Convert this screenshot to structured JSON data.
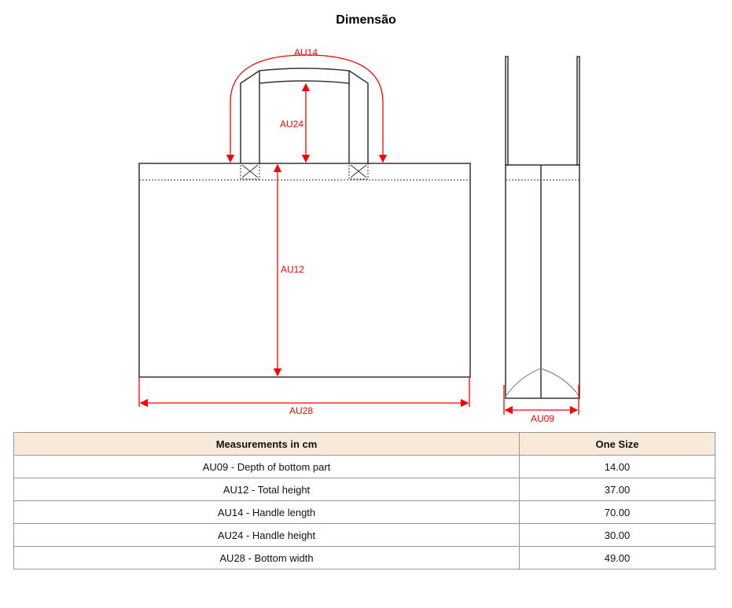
{
  "title": "Dimensão",
  "labels": {
    "au14": "AU14",
    "au24": "AU24",
    "au12": "AU12",
    "au28": "AU28",
    "au09": "AU09"
  },
  "colors": {
    "dimension": "#ff0000",
    "header_bg": "#f9e9d9"
  },
  "table": {
    "headers": [
      "Measurements in cm",
      "One Size"
    ],
    "rows": [
      [
        "AU09 - Depth of bottom part",
        "14.00"
      ],
      [
        "AU12 - Total height",
        "37.00"
      ],
      [
        "AU14 - Handle length",
        "70.00"
      ],
      [
        "AU24 - Handle height",
        "30.00"
      ],
      [
        "AU28 - Bottom width",
        "49.00"
      ]
    ]
  }
}
